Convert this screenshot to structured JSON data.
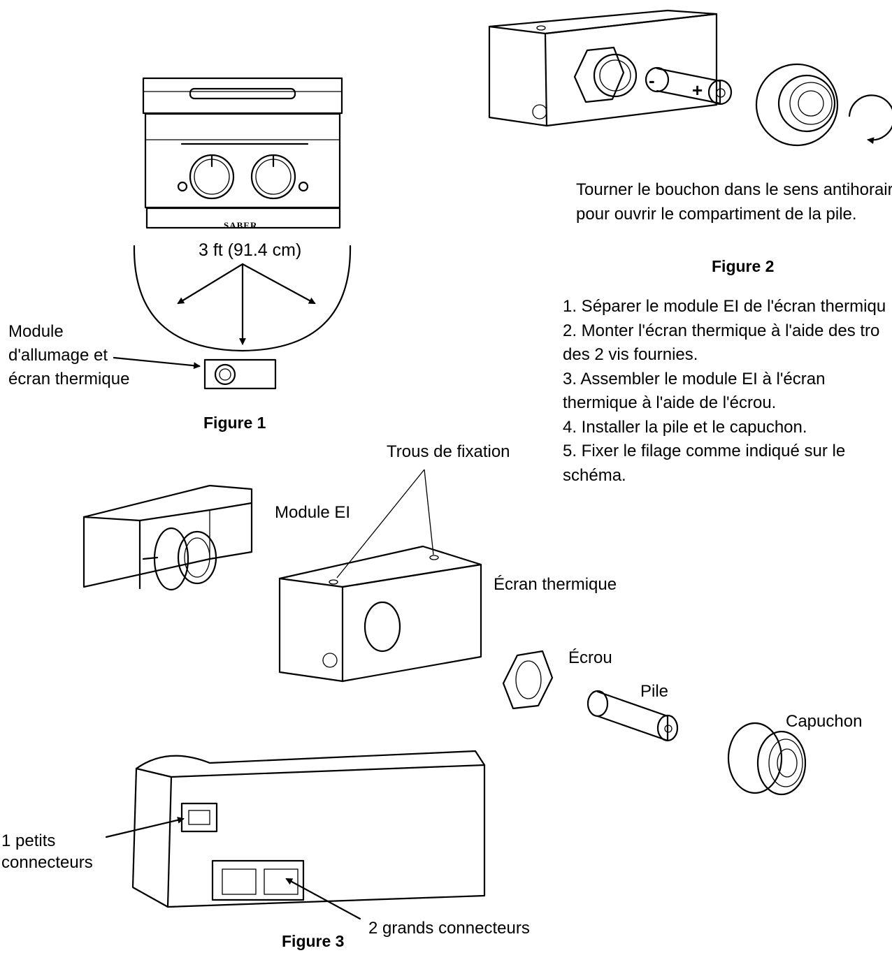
{
  "figure1": {
    "brand": "SABER",
    "distance": "3 ft (91.4 cm)",
    "module_label_lines": [
      "Module",
      "d'allumage et",
      "écran thermique"
    ],
    "caption": "Figure 1"
  },
  "figure2": {
    "battery_minus": "-",
    "battery_plus": "+",
    "text_lines": [
      "Tourner le bouchon dans le sens antihoraire",
      "pour ouvrir le compartiment de la pile."
    ],
    "caption": "Figure 2"
  },
  "instructions": [
    "1. Séparer le module EI de l'écran thermiqu",
    "2. Monter l'écran thermique à l'aide des tro",
    "des 2 vis fournies.",
    "3. Assembler le module EI à l'écran",
    "thermique à l'aide de l'écrou.",
    "4. Installer la pile et le capuchon.",
    "5. Fixer le filage comme indiqué sur le",
    "schéma."
  ],
  "exploded": {
    "holes": "Trous de fixation",
    "module": "Module EI",
    "shield": "Écran thermique",
    "nut": "Écrou",
    "battery": "Pile",
    "cap": "Capuchon"
  },
  "figure3": {
    "small_lines": [
      "1 petits",
      "connecteurs"
    ],
    "large": "2 grands connecteurs",
    "caption": "Figure 3"
  }
}
